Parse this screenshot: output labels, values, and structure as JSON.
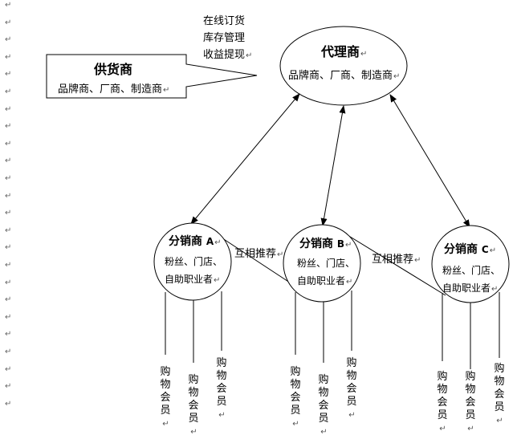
{
  "paragraph_mark": "↵",
  "supplier": {
    "title": "供货商",
    "subtitle": "品牌商、厂商、制造商"
  },
  "services": [
    "在线订货",
    "库存管理",
    "收益提现"
  ],
  "agent": {
    "title": "代理商",
    "subtitle": "品牌商、厂商、制造商"
  },
  "distributors": [
    {
      "title": "分销商",
      "letter": "A",
      "line1": "粉丝、门店、",
      "line2": "自助职业者"
    },
    {
      "title": "分销商",
      "letter": "B",
      "line1": "粉丝、门店、",
      "line2": "自助职业者"
    },
    {
      "title": "分销商",
      "letter": "C",
      "line1": "粉丝、门店、",
      "line2": "自助职业者"
    }
  ],
  "mutual_recommend": "互相推荐",
  "member_label": "购物会员"
}
